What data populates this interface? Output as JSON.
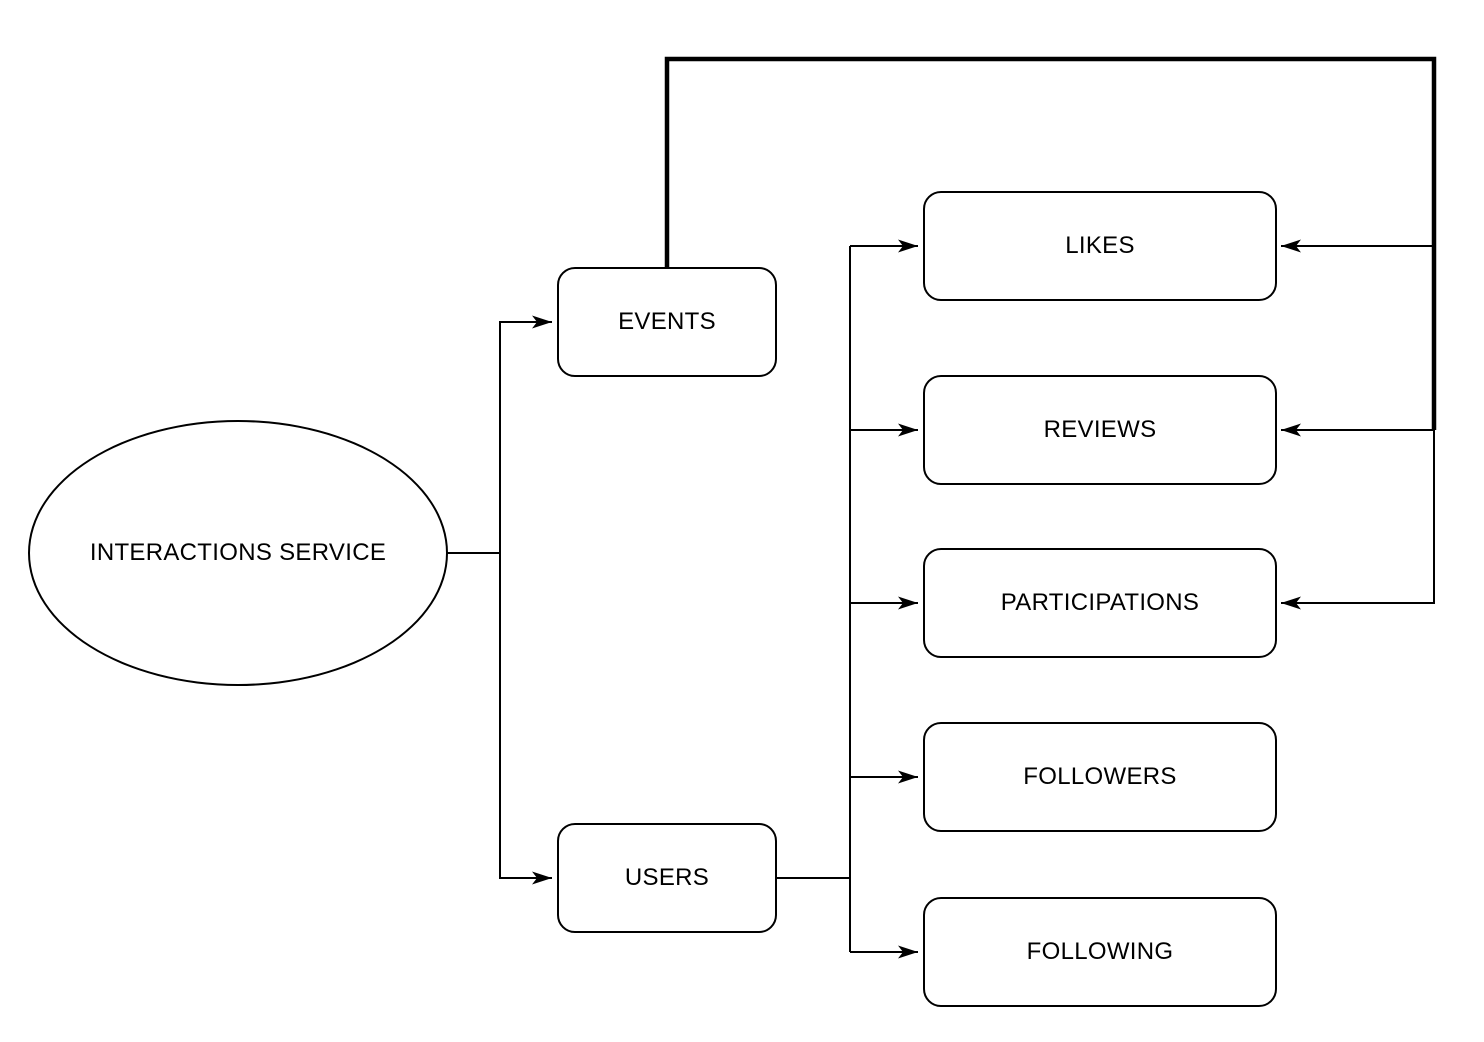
{
  "diagram": {
    "background_color": "#ffffff",
    "stroke_color": "#000000",
    "nodes": {
      "service": {
        "label": "INTERACTIONS SERVICE",
        "shape": "ellipse"
      },
      "events": {
        "label": "EVENTS",
        "shape": "rounded-rect"
      },
      "users": {
        "label": "USERS",
        "shape": "rounded-rect"
      },
      "likes": {
        "label": "LIKES",
        "shape": "rounded-rect"
      },
      "reviews": {
        "label": "REVIEWS",
        "shape": "rounded-rect"
      },
      "participations": {
        "label": "PARTICIPATIONS",
        "shape": "rounded-rect"
      },
      "followers": {
        "label": "FOLLOWERS",
        "shape": "rounded-rect"
      },
      "following": {
        "label": "FOLLOWING",
        "shape": "rounded-rect"
      }
    },
    "edges": [
      {
        "from": "service",
        "to": "events",
        "arrow": true
      },
      {
        "from": "service",
        "to": "users",
        "arrow": true
      },
      {
        "from": "users",
        "to": "likes",
        "arrow": true
      },
      {
        "from": "users",
        "to": "reviews",
        "arrow": true
      },
      {
        "from": "users",
        "to": "participations",
        "arrow": true
      },
      {
        "from": "users",
        "to": "followers",
        "arrow": true
      },
      {
        "from": "users",
        "to": "following",
        "arrow": true
      },
      {
        "from": "events",
        "to": "likes",
        "arrow": true
      },
      {
        "from": "events",
        "to": "reviews",
        "arrow": true
      },
      {
        "from": "events",
        "to": "participations",
        "arrow": true
      }
    ]
  }
}
